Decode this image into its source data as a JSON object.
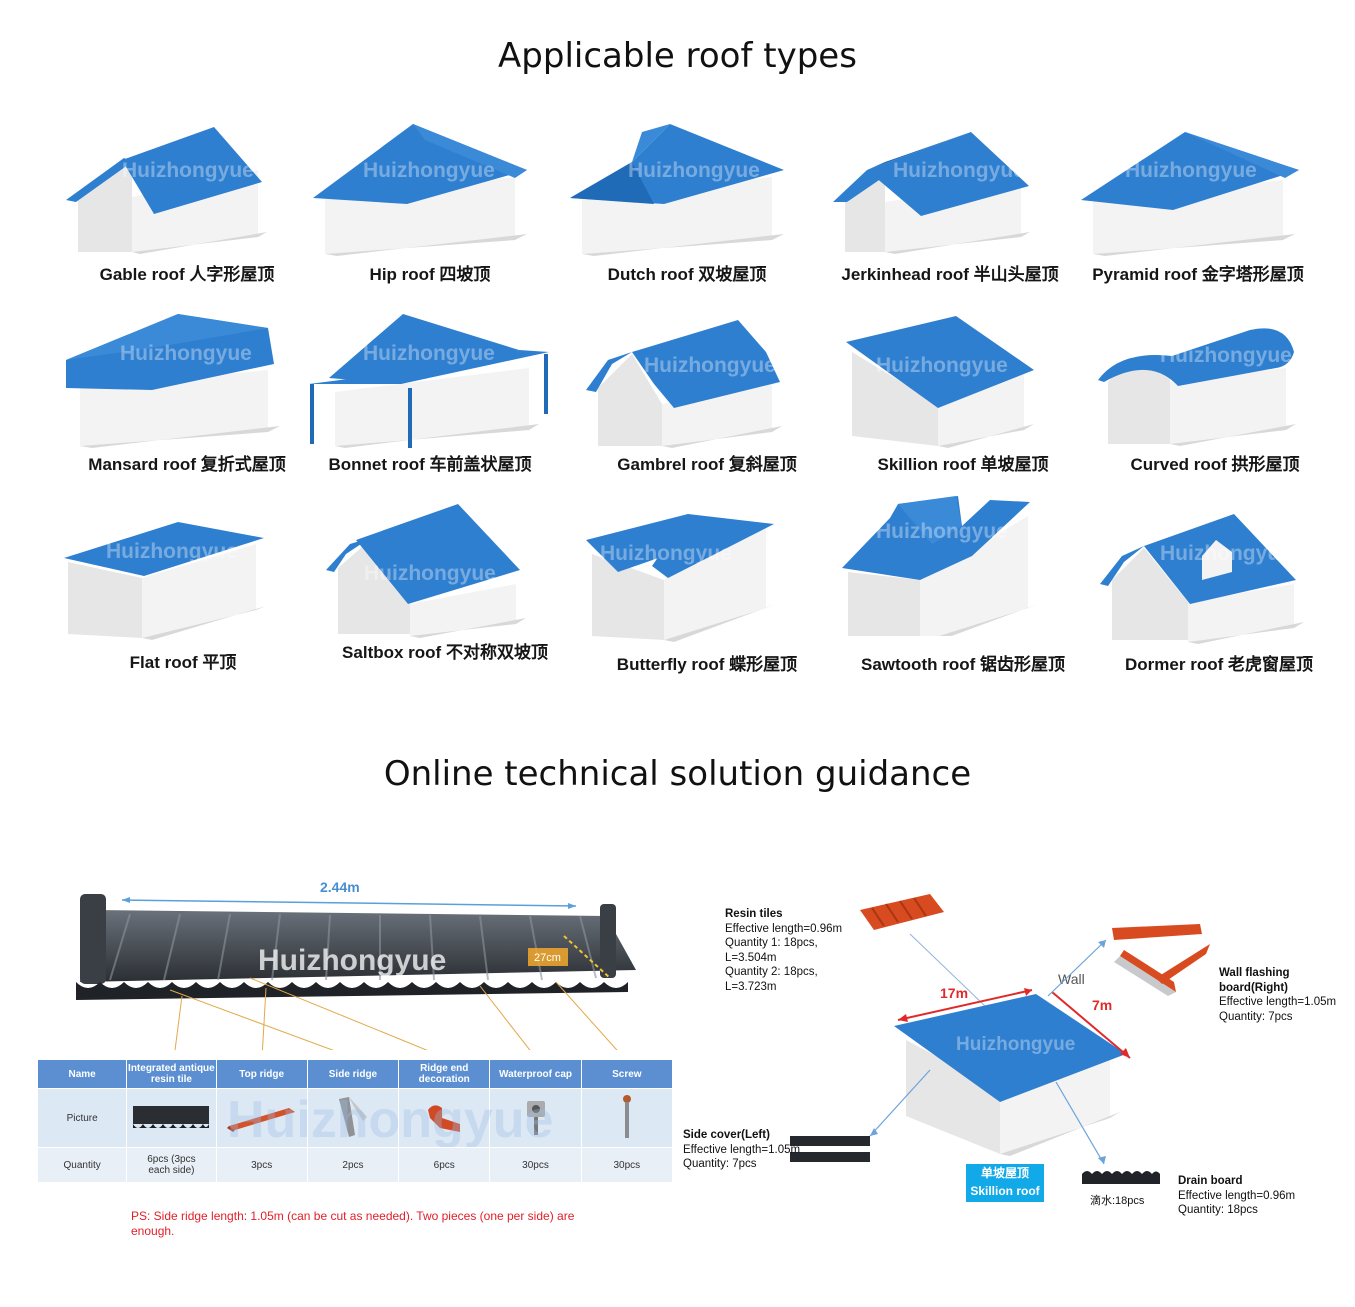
{
  "titles": {
    "roof_types": "Applicable roof types",
    "guidance": "Online technical solution guidance"
  },
  "watermark": "Huizhongyue",
  "colors": {
    "roof_blue": "#2e7fd0",
    "wall": "#f1f1f1",
    "table_head": "#5b8fd1",
    "note_red": "#e0202a",
    "badge": "#12a9e8"
  },
  "roof_types": [
    {
      "label": "Gable roof 人字形屋顶"
    },
    {
      "label": "Hip roof 四坡顶"
    },
    {
      "label": "Dutch roof 双坡屋顶"
    },
    {
      "label": "Jerkinhead roof 半山头屋顶"
    },
    {
      "label": "Pyramid roof 金字塔形屋顶"
    },
    {
      "label": "Mansard roof 复折式屋顶"
    },
    {
      "label": "Bonnet roof 车前盖状屋顶"
    },
    {
      "label": "Gambrel roof 复斜屋顶"
    },
    {
      "label": "Skillion roof 单坡屋顶"
    },
    {
      "label": "Curved roof 拱形屋顶"
    },
    {
      "label": "Flat roof 平顶"
    },
    {
      "label": "Saltbox roof 不对称双坡顶"
    },
    {
      "label": "Butterfly roof 蝶形屋顶"
    },
    {
      "label": "Sawtooth roof 锯齿形屋顶"
    },
    {
      "label": "Dormer roof 老虎窗屋顶"
    }
  ],
  "tile_dims": {
    "length": "2.44m",
    "width": "27cm"
  },
  "table": {
    "headers": [
      "Name",
      "Integrated antique resin tile",
      "Top ridge",
      "Side ridge",
      "Ridge end decoration",
      "Waterproof cap",
      "Screw"
    ],
    "picture_label": "Picture",
    "quantity_label": "Quantity",
    "quantities": [
      "6pcs (3pcs each side)",
      "3pcs",
      "2pcs",
      "6pcs",
      "30pcs",
      "30pcs"
    ]
  },
  "note": "PS: Side ridge length: 1.05m (can be cut as needed). Two pieces (one per side) are enough.",
  "skillion": {
    "resin_tiles": {
      "title": "Resin tiles",
      "lines": [
        "Effective length=0.96m",
        "Quantity 1: 18pcs,",
        "L=3.504m",
        "Quantity 2: 18pcs,",
        "L=3.723m"
      ]
    },
    "wall_flashing": {
      "title1": "Wall flashing",
      "title2": "board(Right)",
      "lines": [
        "Effective length=1.05m",
        "Quantity: 7pcs"
      ]
    },
    "side_cover": {
      "title": "Side cover(Left)",
      "lines": [
        "Effective length=1.05m",
        "Quantity: 7pcs"
      ]
    },
    "drain_board": {
      "title": "Drain board",
      "lines": [
        "Effective length=0.96m",
        "Quantity: 18pcs"
      ]
    },
    "drip_label": "滴水:18pcs",
    "wall_label": "Wall",
    "dim_length": "17m",
    "dim_width": "7m",
    "badge_cn": "单坡屋顶",
    "badge_en": "Skillion roof"
  }
}
